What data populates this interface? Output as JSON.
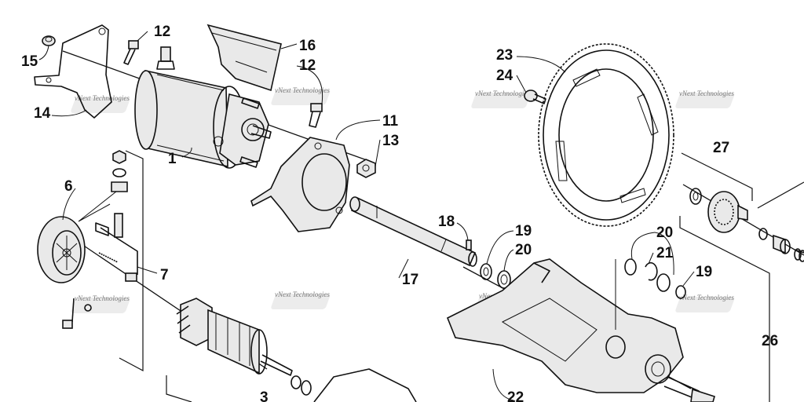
{
  "callouts": {
    "c1": "1",
    "c3": "3",
    "c6": "6",
    "c7": "7",
    "c11": "11",
    "c12a": "12",
    "c12b": "12",
    "c13": "13",
    "c14": "14",
    "c15": "15",
    "c16": "16",
    "c17": "17",
    "c18": "18",
    "c19a": "19",
    "c19b": "19",
    "c20a": "20",
    "c20b": "20",
    "c21": "21",
    "c22": "22",
    "c23": "23",
    "c24": "24",
    "c26": "26",
    "c27": "27"
  },
  "watermark": {
    "text": "vNext Technologies"
  }
}
